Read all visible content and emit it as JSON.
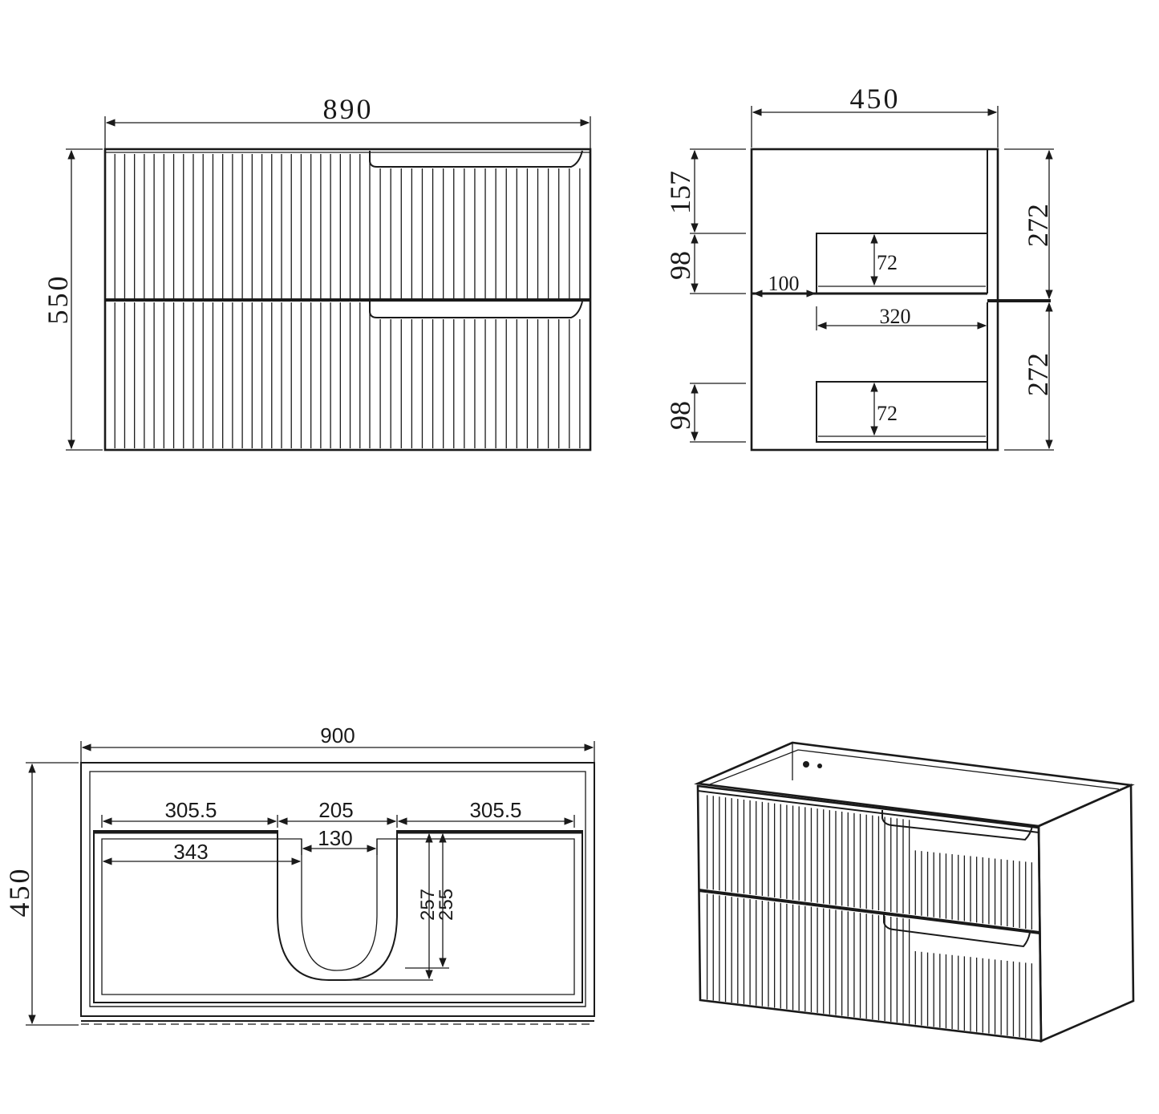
{
  "front_view": {
    "width_label": "890",
    "height_label": "550",
    "flute_count_left": 27,
    "flute_count_right": 21
  },
  "side_view": {
    "width_label": "450",
    "upper_offset_label": "157",
    "upper_drawer_label": "98",
    "lower_drawer_label": "98",
    "inner_depth_label": "100",
    "upper_inner_height_label": "72",
    "lower_inner_height_label": "72",
    "drawer_width_label": "320",
    "upper_height_label": "272",
    "lower_height_label": "272"
  },
  "top_view": {
    "width_label": "900",
    "depth_label": "450",
    "left_section_label": "305.5",
    "center_section_label": "205",
    "right_section_label": "305.5",
    "cutout_width_label": "130",
    "inner_left_label": "343",
    "cutout_depth_outer_label": "257",
    "cutout_depth_inner_label": "255"
  },
  "iso_view": {
    "flute_count_left": 34,
    "flute_count_right": 21
  }
}
